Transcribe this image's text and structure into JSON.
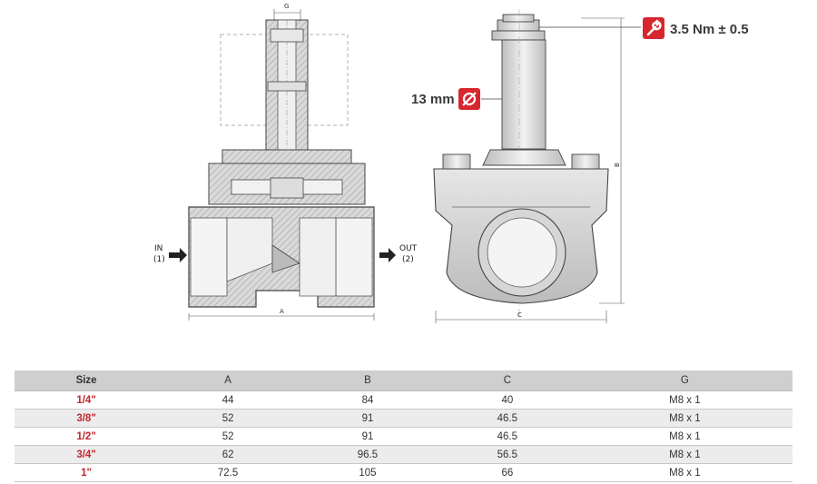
{
  "diagram": {
    "dim_g": "G",
    "dim_a": "A",
    "dim_b": "B",
    "dim_c": "C",
    "inlet_label": "IN",
    "inlet_port": "(1)",
    "outlet_label": "OUT",
    "outlet_port": "(2)",
    "torque_spec": "3.5 Nm ± 0.5",
    "torque_icon": "wrench-icon",
    "wrench_size": "13 mm",
    "diameter_icon": "diameter-icon",
    "accent_color": "#d7262e"
  },
  "table": {
    "headers": [
      "Size",
      "A",
      "B",
      "C",
      "G"
    ],
    "rows": [
      [
        "1/4\"",
        "44",
        "84",
        "40",
        "M8 x 1"
      ],
      [
        "3/8\"",
        "52",
        "91",
        "46.5",
        "M8 x 1"
      ],
      [
        "1/2\"",
        "52",
        "91",
        "46.5",
        "M8 x 1"
      ],
      [
        "3/4\"",
        "62",
        "96.5",
        "56.5",
        "M8 x 1"
      ],
      [
        "1\"",
        "72.5",
        "105",
        "66",
        "M8 x 1"
      ]
    ]
  }
}
